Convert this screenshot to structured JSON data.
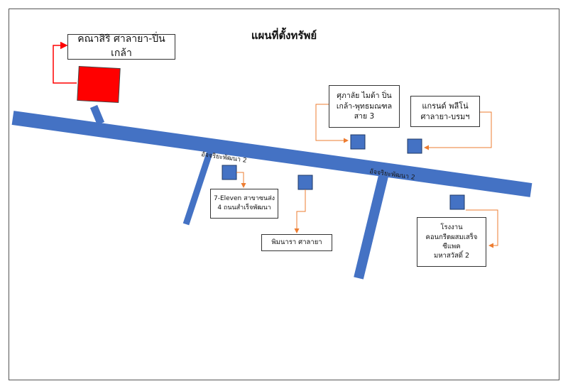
{
  "title": "แผนที่ตั้งทรัพย์",
  "subject_property": {
    "label": "คณาสิริ ศาลายา-ปิ่นเกล้า",
    "color": "#ff0000"
  },
  "roads": {
    "main_road_label_1": "อัจจริยะพัฒนา 2",
    "main_road_label_2": "อัจจริยะพัฒนา 2",
    "road_color": "#4472c4"
  },
  "landmarks": [
    {
      "name": "ศุภาลัย ไมด้า ปิ่น\nเกล้า-พุทธมณฑล\nสาย 3"
    },
    {
      "name": "แกรนด์ พลีโน่\nศาลายา-บรมฯ"
    },
    {
      "name": "7-Eleven สาขาซนส่ง\n4 ถนนสำเร็จพัฒนา"
    },
    {
      "name": "พิมนารา ศาลายา"
    },
    {
      "name": "โรงงาน\nคอนกรีตผสมเสร็จ\nซีแพค\nมหาสวัสดิ์ 2"
    }
  ],
  "colors": {
    "marker_fill": "#4472c4",
    "marker_stroke": "#1f3864",
    "leader_line": "#ed7d31",
    "subject_leader": "#ff0000"
  }
}
